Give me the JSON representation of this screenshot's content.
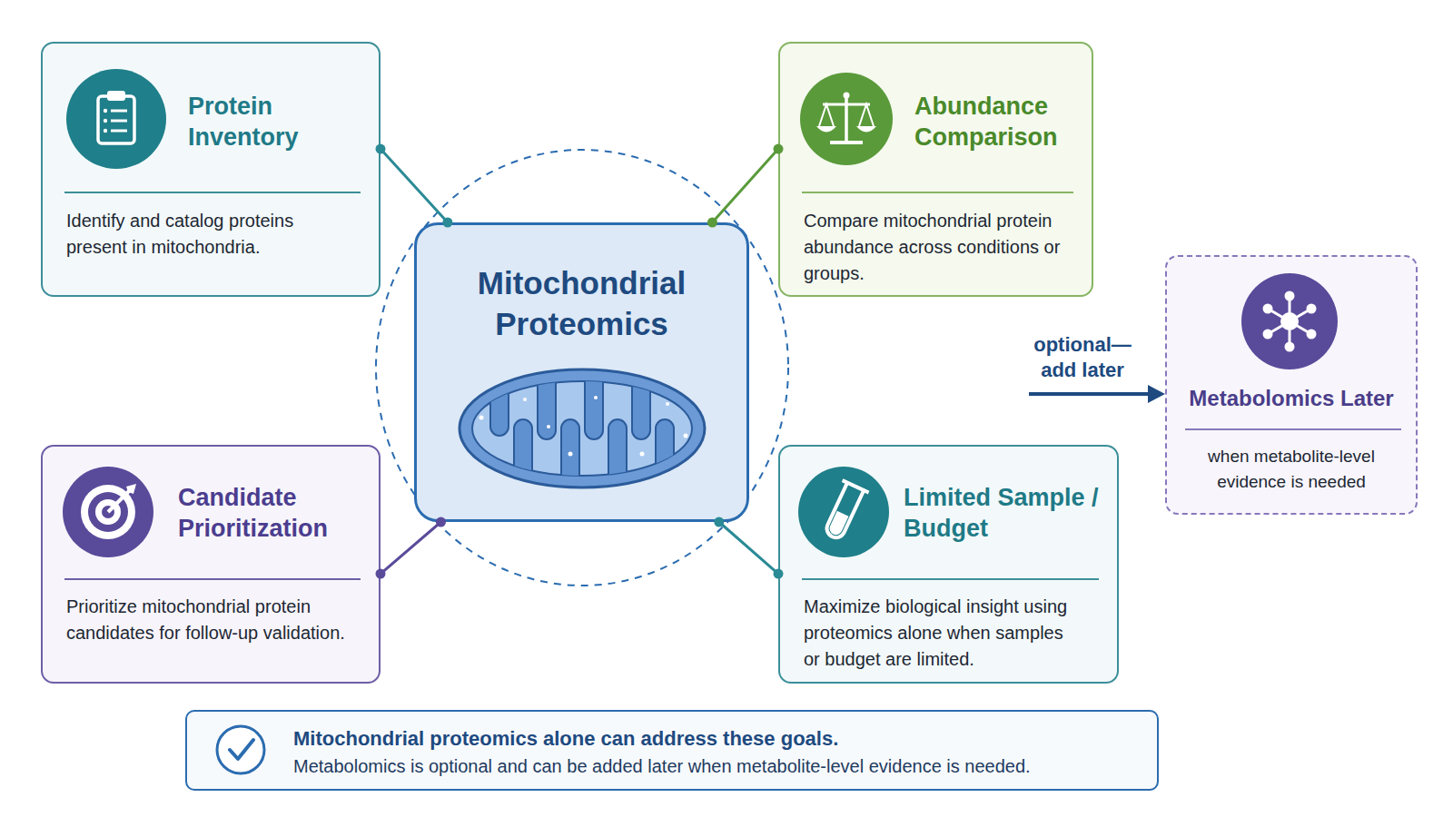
{
  "diagram": {
    "nodes": [
      {
        "text": [
          "Protein Inventory",
          "Identify and catalog proteins present in mitochondria."
        ]
      },
      {
        "text": [
          "Abundance Comparison",
          "Compare mitochondrial protein abundance across conditions or groups."
        ]
      },
      {
        "text": [
          "Mitochondrial Proteomics"
        ]
      },
      {
        "text": [
          "Metabolomics Later",
          "when metabolite-level evidence is needed"
        ]
      },
      {
        "text": [
          "Candidate Prioritization",
          "Prioritize mitochondrial protein candidates for follow-up validation."
        ]
      },
      {
        "text": [
          "Limited Sample / Budget",
          "Maximize biological insight using proteomics alone when samples or budget are limited."
        ]
      },
      {
        "text": [
          "Mitochondrial proteomics alone can address these goals.",
          "Metabolomics is optional and can be added later when metabolite-level evidence is needed."
        ]
      }
    ],
    "edges": [
      {
        "from": 2,
        "to": 0,
        "arrow": "none"
      },
      {
        "from": 2,
        "to": 1,
        "arrow": "none"
      },
      {
        "from": 2,
        "to": 4,
        "arrow": "none"
      },
      {
        "from": 2,
        "to": 5,
        "arrow": "none"
      }
    ],
    "labels": [
      "optional— add later"
    ]
  }
}
